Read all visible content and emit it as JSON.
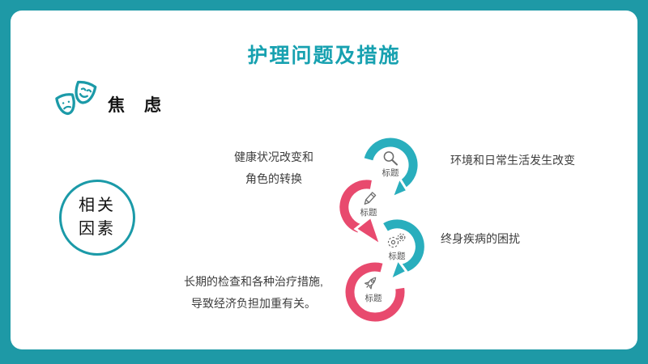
{
  "slide": {
    "title": "护理问题及措施",
    "section": {
      "icon": "theater-masks-icon",
      "label": "焦 虑"
    },
    "factor_circle": {
      "line1": "相关",
      "line2": "因素"
    },
    "callouts": [
      {
        "position": "top-left",
        "lines": [
          "健康状况改变和",
          "角色的转换"
        ]
      },
      {
        "position": "top-right",
        "lines": [
          "环境和日常生活发生改变"
        ]
      },
      {
        "position": "mid-right",
        "lines": [
          "终身疾病的困扰"
        ]
      },
      {
        "position": "bottom-left",
        "lines": [
          "长期的检查和各种治疗措施,",
          "导致经济负担加重有关。"
        ]
      }
    ],
    "process": {
      "steps": [
        {
          "label": "标题",
          "icon": "magnifier-icon",
          "color": "teal"
        },
        {
          "label": "标题",
          "icon": "pencil-icon",
          "color": "pink"
        },
        {
          "label": "标题",
          "icon": "gears-icon",
          "color": "teal"
        },
        {
          "label": "标题",
          "icon": "rocket-icon",
          "color": "pink"
        }
      ]
    },
    "colors": {
      "frame": "#1e99a6",
      "title": "#17a1b0",
      "accent_teal": "#29aebd",
      "accent_pink": "#e84a6e",
      "body_text": "#3d3d3d",
      "step_label": "#565656"
    }
  }
}
